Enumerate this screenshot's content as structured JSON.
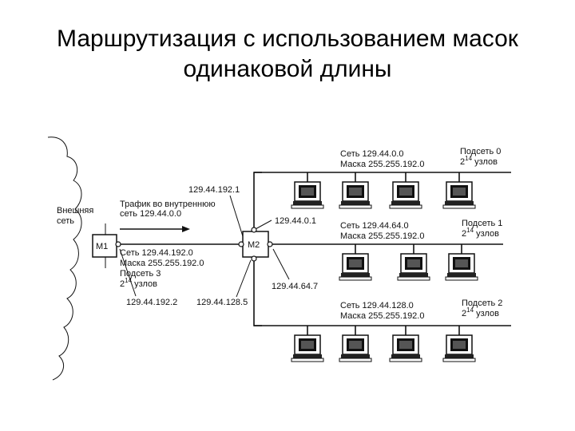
{
  "title": {
    "line1": "Маршрутизация с использованием масок",
    "line2": "одинаковой длины"
  },
  "external": {
    "line1": "Внешняя",
    "line2": "сеть"
  },
  "routers": {
    "m1": "М1",
    "m2": "М2"
  },
  "traffic": {
    "line1": "Трафик во внутреннюю",
    "line2": "сеть 129.44.0.0"
  },
  "ips": {
    "top": "129.44.192.1",
    "m2_upper": "129.44.0.1",
    "m2_right": "129.44.64.7",
    "m1_bottom": "129.44.192.2",
    "m2_bottom": "129.44.128.5"
  },
  "link_info": {
    "net": "Сеть 129.44.192.0",
    "mask": "Маска 255.255.192.0",
    "subnet": "Подсеть 3",
    "hosts_base": "2",
    "hosts_exp": "14",
    "hosts_word": " узлов"
  },
  "subnets": [
    {
      "net": "Сеть 129.44.0.0",
      "mask": "Маска 255.255.192.0",
      "subnet": "Подсеть 0",
      "hosts_base": "2",
      "hosts_exp": "14",
      "hosts_word": " узлов"
    },
    {
      "net": "Сеть 129.44.64.0",
      "mask": "Маска 255.255.192.0",
      "subnet": "Подсеть 1",
      "hosts_base": "2",
      "hosts_exp": "14",
      "hosts_word": " узлов"
    },
    {
      "net": "Сеть 129.44.128.0",
      "mask": "Маска 255.255.192.0",
      "subnet": "Подсеть 2",
      "hosts_base": "2",
      "hosts_exp": "14",
      "hosts_word": " узлов"
    }
  ]
}
